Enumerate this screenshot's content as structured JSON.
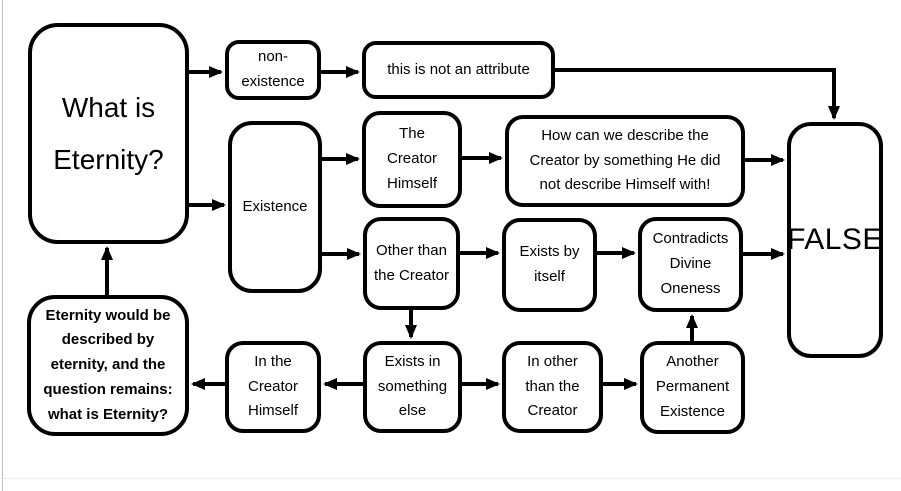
{
  "diagram": {
    "title": "What is Eternity? flowchart",
    "colors": {
      "stroke": "#000000",
      "fill": "#ffffff",
      "text": "#000000",
      "slide_edge": "#b9b9bd"
    },
    "nodes": {
      "what_is_eternity": {
        "label": "What is\nEternity?"
      },
      "non_existence": {
        "label": "non-\nexistence"
      },
      "not_an_attribute": {
        "label": "this is not an attribute"
      },
      "existence": {
        "label": "Existence"
      },
      "the_creator_himself": {
        "label": "The\nCreator\nHimself"
      },
      "how_can_we_describe": {
        "label": "How can we describe the\nCreator by something He did\nnot describe Himself with!"
      },
      "other_than_the_creator": {
        "label": "Other than\nthe Creator"
      },
      "exists_by_itself": {
        "label": "Exists by\nitself"
      },
      "contradicts_divine_oneness": {
        "label": "Contradicts\nDivine\nOneness"
      },
      "false_node": {
        "label": "FALSE"
      },
      "eternity_loop": {
        "label": "Eternity would be\ndescribed by\neternity, and the\nquestion remains:\nwhat is Eternity?"
      },
      "in_the_creator_himself": {
        "label": "In the\nCreator\nHimself"
      },
      "exists_in_something_else": {
        "label": "Exists in\nsomething\nelse"
      },
      "in_other_than_the_creator": {
        "label": "In other\nthan the\nCreator"
      },
      "another_permanent_existence": {
        "label": "Another\nPermanent\nExistence"
      }
    },
    "edges": [
      {
        "from": "what_is_eternity",
        "to": "non_existence"
      },
      {
        "from": "non_existence",
        "to": "not_an_attribute"
      },
      {
        "from": "not_an_attribute",
        "to": "false_node"
      },
      {
        "from": "what_is_eternity",
        "to": "existence"
      },
      {
        "from": "existence",
        "to": "the_creator_himself"
      },
      {
        "from": "the_creator_himself",
        "to": "how_can_we_describe"
      },
      {
        "from": "how_can_we_describe",
        "to": "false_node"
      },
      {
        "from": "existence",
        "to": "other_than_the_creator"
      },
      {
        "from": "other_than_the_creator",
        "to": "exists_by_itself"
      },
      {
        "from": "exists_by_itself",
        "to": "contradicts_divine_oneness"
      },
      {
        "from": "contradicts_divine_oneness",
        "to": "false_node"
      },
      {
        "from": "other_than_the_creator",
        "to": "exists_in_something_else"
      },
      {
        "from": "exists_in_something_else",
        "to": "in_other_than_the_creator"
      },
      {
        "from": "in_other_than_the_creator",
        "to": "another_permanent_existence"
      },
      {
        "from": "another_permanent_existence",
        "to": "contradicts_divine_oneness"
      },
      {
        "from": "exists_in_something_else",
        "to": "in_the_creator_himself"
      },
      {
        "from": "in_the_creator_himself",
        "to": "eternity_loop"
      },
      {
        "from": "eternity_loop",
        "to": "what_is_eternity"
      }
    ]
  }
}
